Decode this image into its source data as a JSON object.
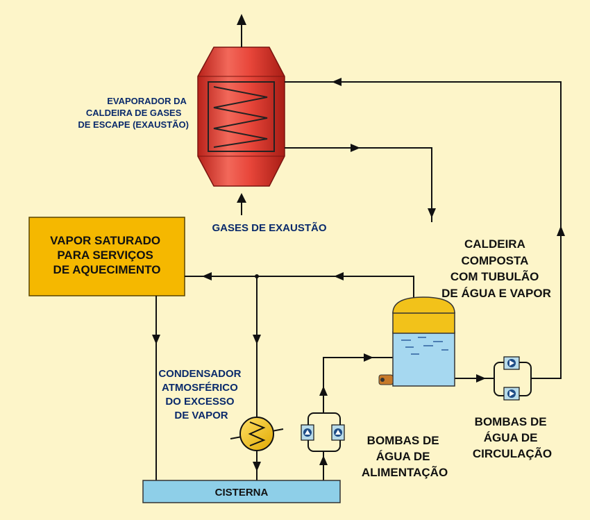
{
  "labels": {
    "evaporator": [
      "EVAPORADOR DA",
      "CALDEIRA DE GASES",
      "DE ESCAPE (EXAUSTÃO)"
    ],
    "exhaust_gases": "GASES DE EXAUSTÃO",
    "saturated_steam": [
      "VAPOR SATURADO",
      "PARA SERVIÇOS",
      "DE AQUECIMENTO"
    ],
    "composite_boiler": [
      "CALDEIRA",
      "COMPOSTA",
      "COM  TUBULÃO",
      "DE ÁGUA E VAPOR"
    ],
    "condenser": [
      "CONDENSADOR",
      "ATMOSFÉRICO",
      "DO EXCESSO",
      "DE VAPOR"
    ],
    "feed_pumps": [
      "BOMBAS DE",
      "ÁGUA DE",
      "ALIMENTAÇÃO"
    ],
    "circulation_pumps": [
      "BOMBAS DE",
      "ÁGUA DE",
      "CIRCULAÇÃO"
    ],
    "cistern": "CISTERNA"
  },
  "colors": {
    "background": "#fdf5c9",
    "evaporator": "#e8463a",
    "steam_box": "#f5b800",
    "boiler_steam": "#f2c21a",
    "boiler_water": "#a6d8f0",
    "cistern": "#8ecfe8",
    "label_blue": "#0a2a6b"
  },
  "icons": [
    "pump-icon",
    "heat-exchanger-icon",
    "burner-icon",
    "flow-arrow-icon"
  ]
}
